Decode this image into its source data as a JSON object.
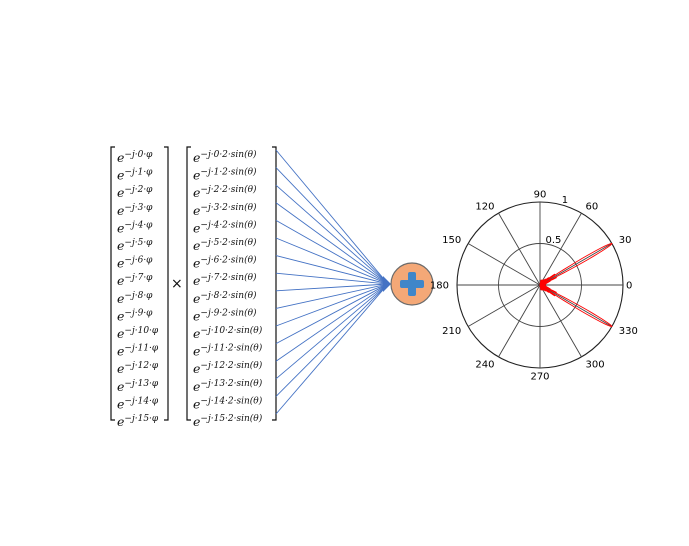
{
  "matrices": {
    "phase_vector": [
      "−j·0·φ",
      "−j·1·φ",
      "−j·2·φ",
      "−j·3·φ",
      "−j·4·φ",
      "−j·5·φ",
      "−j·6·φ",
      "−j·7·φ",
      "−j·8·φ",
      "−j·9·φ",
      "−j·10·φ",
      "−j·11·φ",
      "−j·12·φ",
      "−j·13·φ",
      "−j·14·φ",
      "−j·15·φ"
    ],
    "steering_vector": [
      "−j·0·2·sin(θ)",
      "−j·1·2·sin(θ)",
      "−j·2·2·sin(θ)",
      "−j·3·2·sin(θ)",
      "−j·4·2·sin(θ)",
      "−j·5·2·sin(θ)",
      "−j·6·2·sin(θ)",
      "−j·7·2·sin(θ)",
      "−j·8·2·sin(θ)",
      "−j·9·2·sin(θ)",
      "−j·10·2·sin(θ)",
      "−j·11·2·sin(θ)",
      "−j·12·2·sin(θ)",
      "−j·13·2·sin(θ)",
      "−j·14·2·sin(θ)",
      "−j·15·2·sin(θ)"
    ],
    "base": "e",
    "operator": "×"
  },
  "summer": {
    "icon": "plus-icon",
    "fill": "#f4a877",
    "plus_color": "#3f86c9"
  },
  "lines_color": "#4472c4",
  "polar": {
    "angle_labels": [
      "0",
      "30",
      "60",
      "90",
      "120",
      "150",
      "180",
      "210",
      "240",
      "270",
      "300",
      "330"
    ],
    "radial_labels": [
      "0.5",
      "1"
    ],
    "beam_color": "#ff0000",
    "beam_direction_deg": 330
  }
}
